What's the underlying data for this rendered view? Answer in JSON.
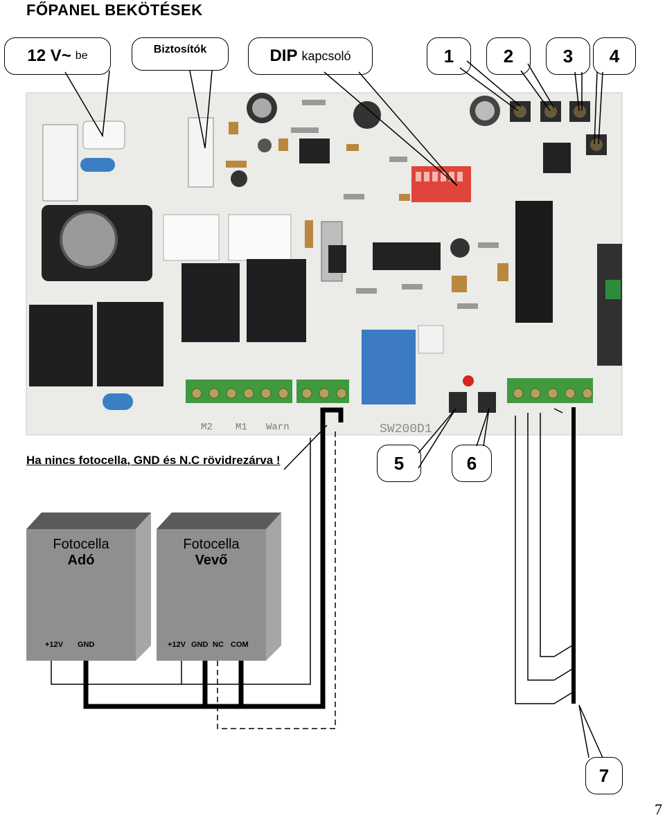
{
  "title": "FŐPANEL BEKÖTÉSEK",
  "callouts": {
    "power_main": "12 V~",
    "power_sub": "be",
    "fuses": "Biztosítók",
    "dip_main": "DIP",
    "dip_sub": "kapcsoló",
    "n1": "1",
    "n2": "2",
    "n3": "3",
    "n4": "4",
    "n5": "5",
    "n6": "6",
    "n7": "7"
  },
  "warning": "Ha nincs fotocella, GND és N.C rövidrezárva !",
  "board": {
    "model": "SW200D1",
    "bottom_labels": [
      "M2",
      "M1",
      "Warn"
    ],
    "colors": {
      "pcb": "#e9e9e6",
      "relay": "#1f1f22",
      "terminal": "#3f9a3f",
      "dip": "#e0443a",
      "blue_relay": "#3c7ac4"
    }
  },
  "transmitter": {
    "line1": "Fotocella",
    "line2": "Adó",
    "terminals": [
      "+12V",
      "GND"
    ]
  },
  "receiver": {
    "line1": "Fotocella",
    "line2": "Vevő",
    "terminals": [
      "+12V",
      "GND",
      "NC",
      "COM"
    ]
  },
  "page_number": "7"
}
